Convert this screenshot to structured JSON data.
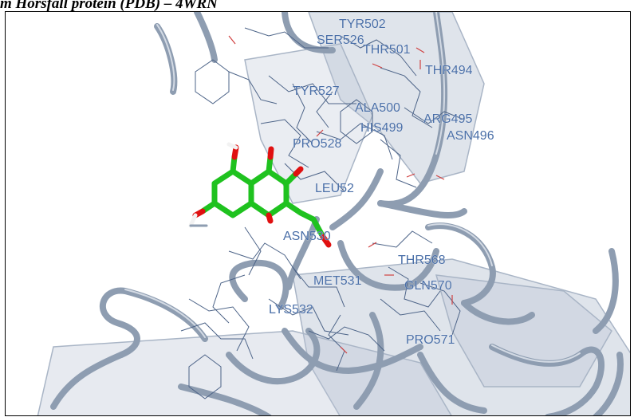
{
  "caption": "m Horsfall protein (PDB) – 4WRN",
  "colors": {
    "ribbon": "#8e9db1",
    "ribbon_light": "#c7d0dc",
    "residue_label": "#4a6fa8",
    "ligand_carbon": "#1fc21f",
    "ligand_oxygen": "#e01010",
    "ligand_hydrogen": "#f2f2f2"
  },
  "residues": [
    "TYR502",
    "SER526",
    "THR501",
    "THR494",
    "TYR527",
    "ALA500",
    "ARG495",
    "HIS499",
    "ASN496",
    "PRO528",
    "LEU52",
    "ASN530",
    "THR568",
    "GLN570",
    "MET531",
    "PRO571",
    "LYS532"
  ]
}
